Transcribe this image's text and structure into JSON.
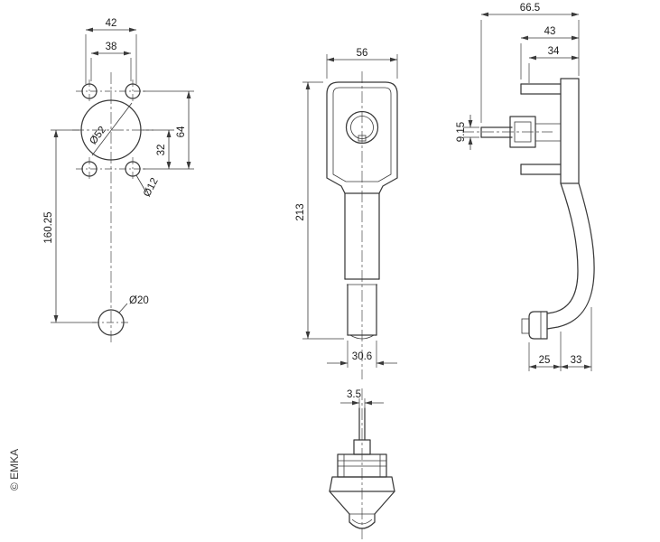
{
  "brand": "© EMKA",
  "views": {
    "hole_pattern": {
      "dim_42": "42",
      "dim_38": "38",
      "dim_64": "64",
      "dim_32": "32",
      "dia_52": "Ø52",
      "dia_12": "Ø12",
      "dim_160_25": "160.25",
      "dia_20": "Ø20"
    },
    "front": {
      "dim_56": "56",
      "dim_213": "213",
      "dim_30_6": "30.6"
    },
    "side": {
      "dim_66_5": "66.5",
      "dim_43": "43",
      "dim_34": "34",
      "dim_9_15": "9.15",
      "dim_25": "25",
      "dim_33": "33"
    },
    "bottom": {
      "dim_3_5": "3.5"
    }
  }
}
